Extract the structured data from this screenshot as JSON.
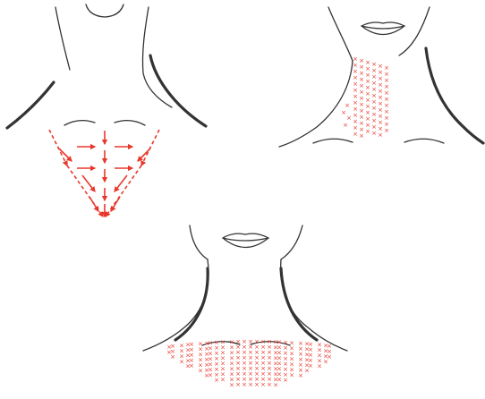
{
  "colors": {
    "outline": "#333333",
    "accent": "#e8382c",
    "background": "#ffffff"
  },
  "panels": [
    {
      "id": "chest",
      "marker": "arrow",
      "pattern": "downward-and-outward arrows fanning to a point"
    },
    {
      "id": "neck-side",
      "marker": "cross",
      "pattern": "vertical columns of crosses on the side of the neck"
    },
    {
      "id": "decollete",
      "marker": "cross",
      "pattern": "crescent band of crosses across the upper chest"
    }
  ],
  "icons": [
    "arrow-icon",
    "cross-mark-icon",
    "lips-icon"
  ],
  "accent_glyph": "×"
}
